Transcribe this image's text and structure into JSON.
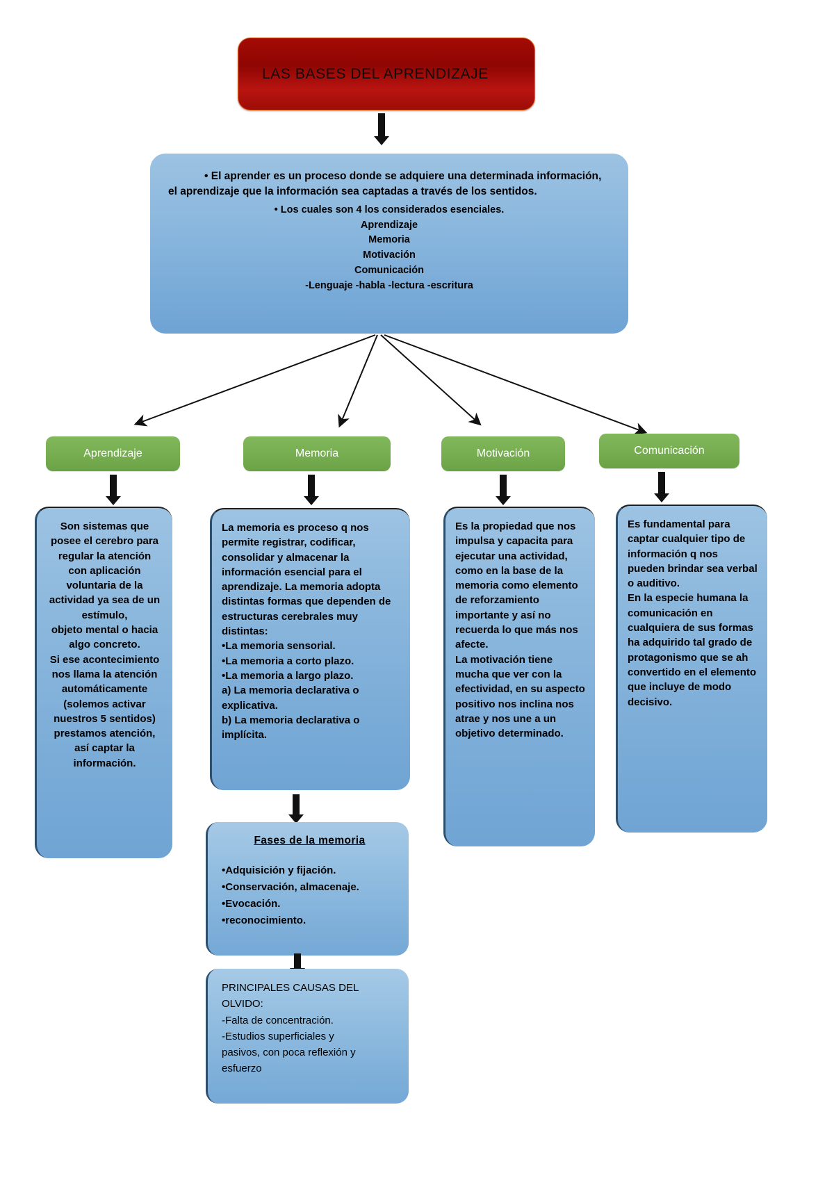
{
  "diagram": {
    "title_box": {
      "label": "LAS BASES DEL APRENDIZAJE",
      "color": "#9d0d08",
      "border_color": "#e06b20"
    },
    "intro_box": {
      "color": "#7fb0da",
      "paragraph": "•  El aprender es un proceso donde se adquiere una determinada información, el aprendizaje que la información sea captadas a través de los sentidos.",
      "subtitle": "• Los cuales son 4 los considerados esenciales.",
      "items": [
        "Aprendizaje",
        "Memoria",
        "Motivación",
        "Comunicación",
        "-Lenguaje  -habla  -lectura  -escritura"
      ]
    },
    "categories": [
      {
        "key": "aprendizaje",
        "label": "Aprendizaje",
        "color": "#76ad50",
        "body": "Son sistemas que posee el cerebro para regular la atención\ncon aplicación voluntaria de la actividad ya sea de un estímulo,\nobjeto mental o hacia algo concreto.\nSi ese acontecimiento nos llama la atención automáticamente (solemos activar nuestros 5 sentidos) prestamos atención, así captar la información.",
        "align": "center"
      },
      {
        "key": "memoria",
        "label": "Memoria",
        "color": "#76ad50",
        "body": "La memoria es proceso q nos permite registrar, codificar, consolidar y almacenar la información esencial para el aprendizaje. La memoria adopta distintas formas que dependen de estructuras cerebrales muy distintas:\n•La memoria sensorial.\n•La memoria a corto plazo.\n•La memoria a largo plazo.\n  a) La memoria declarativa o explicativa.\nb) La memoria declarativa o implícita.",
        "align": "left"
      },
      {
        "key": "motivacion",
        "label": "Motivación",
        "color": "#76ad50",
        "body": "Es la propiedad que nos impulsa y capacita para ejecutar una actividad, como en la base de la memoria como elemento de reforzamiento importante y así no recuerda lo que más nos afecte.\nLa motivación tiene mucha que ver con la efectividad, en su aspecto positivo nos inclina nos atrae y nos une a un objetivo determinado.",
        "align": "left"
      },
      {
        "key": "comunicacion",
        "label": "Comunicación",
        "color": "#76ad50",
        "body": "Es fundamental para captar cualquier tipo de información q nos pueden brindar sea verbal o auditivo.\nEn la especie humana la comunicación en cualquiera de sus formas ha adquirido tal grado de protagonismo que se ah convertido en el elemento que incluye de modo decisivo.",
        "align": "left"
      }
    ],
    "phases_box": {
      "heading": "Fases de la memoria",
      "items": [
        "•Adquisición y fijación.",
        "•Conservación, almacenaje.",
        "•Evocación.",
        "•reconocimiento."
      ]
    },
    "causes_box": {
      "lines": [
        "PRINCIPALES CAUSAS DEL",
        "OLVIDO:",
        "-Falta de concentración.",
        "-Estudios superficiales y",
        "pasivos, con poca reflexión y",
        "esfuerzo"
      ]
    }
  }
}
